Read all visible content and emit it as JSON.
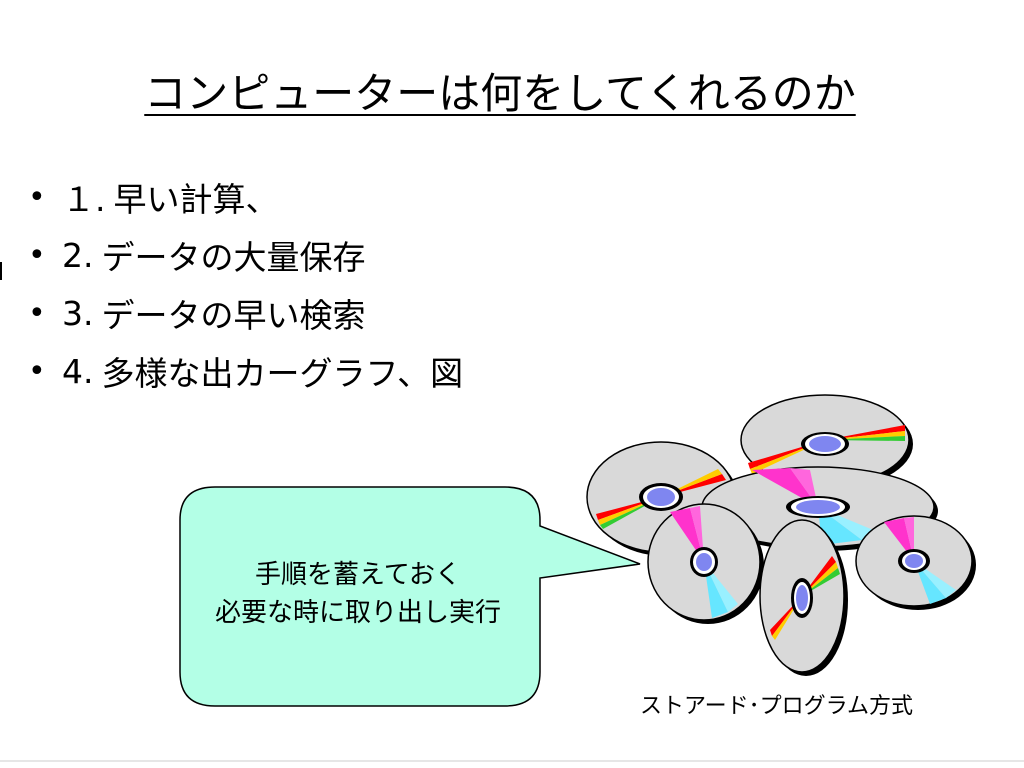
{
  "slide": {
    "title": "コンピューターは何をしてくれるのか",
    "bullets": [
      {
        "num": "１.",
        "text": "早い計算、"
      },
      {
        "num": "2.",
        "text": "データの大量保存"
      },
      {
        "num": "3.",
        "text": "データの早い検索"
      },
      {
        "num": "4.",
        "text": "多様な出カーグラフ、図"
      }
    ],
    "callout": {
      "line1": "手順を蓄えておく",
      "line2": "必要な時に取り出し実行"
    },
    "caption": "ストアード･プログラム方式",
    "icons": [
      "compact-disc-icon"
    ]
  },
  "colors": {
    "callout_fill": "#b3ffe6",
    "disc_fill": "#d9d9d9",
    "hub_fill": "#7f86f0",
    "highlight_magenta": "#ff33cc",
    "highlight_cyan": "#66e6ff"
  }
}
